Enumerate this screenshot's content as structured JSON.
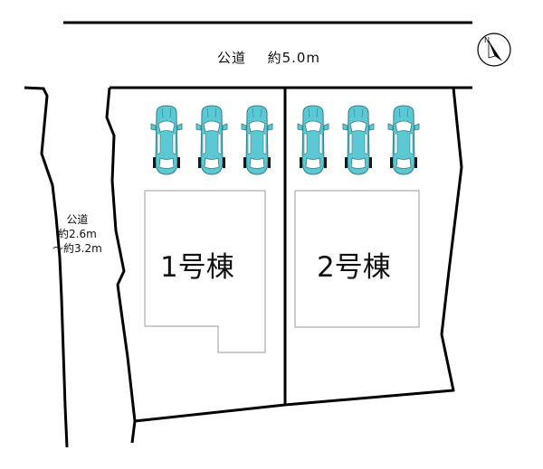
{
  "roads": {
    "top": {
      "name": "公道",
      "width_text": "約5.0m"
    },
    "side": {
      "name": "公道",
      "width_line1": "約2.6m",
      "width_line2": "～約3.2m"
    }
  },
  "compass": {
    "label": "N",
    "icon": "compass-icon"
  },
  "lots": [
    {
      "building": "1号棟",
      "parking_spaces": 3
    },
    {
      "building": "2号棟",
      "parking_spaces": 3
    }
  ],
  "colors": {
    "line": "#000000",
    "car_body": "#5cc8d3",
    "car_window": "#ffffff",
    "building_outline": "#9a9a9a"
  }
}
